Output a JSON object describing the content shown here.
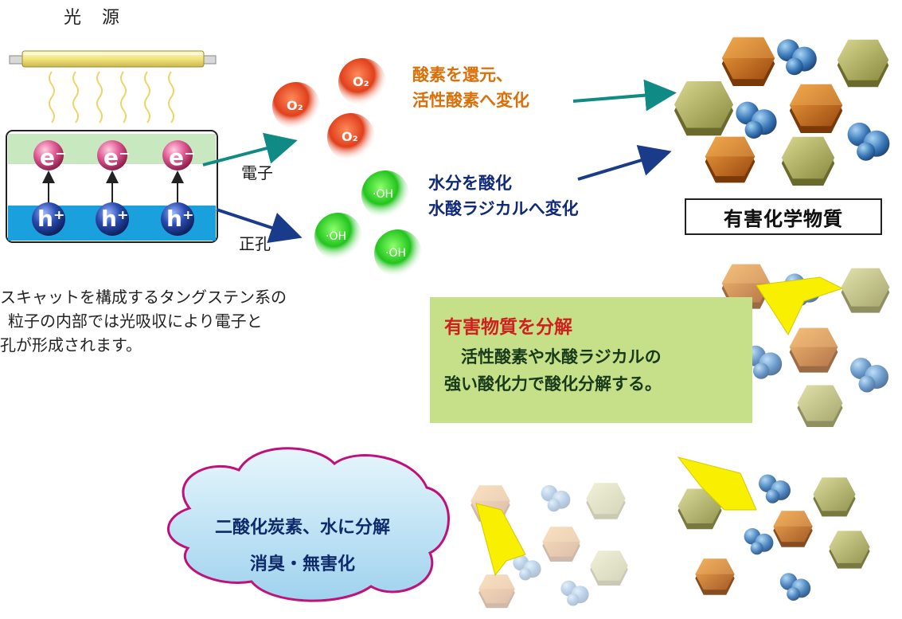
{
  "light_source": {
    "label": "光　源"
  },
  "carriers": {
    "electron": "e⁻",
    "hole": "h⁺",
    "electron_label": "電子",
    "hole_label": "正孔"
  },
  "molecules": {
    "oxygen": "O₂",
    "hydroxyl": "·OH"
  },
  "reactions": {
    "oxygen_line1": "酸素を還元、",
    "oxygen_line2": "活性酸素へ変化",
    "water_line1": "水分を酸化",
    "water_line2": "水酸ラジカルへ変化"
  },
  "harmful_label": "有害化学物質",
  "description": {
    "line1": "スキャットを構成するタングステン系の",
    "line2": "粒子の内部では光吸収により電子と",
    "line3": "孔が形成されます。"
  },
  "decompose": {
    "title": "有害物質を分解",
    "line1": "　活性酸素や水酸ラジカルの",
    "line2": "強い酸化力で酸化分解する。"
  },
  "result": {
    "line1": "二酸化炭素、水に分解",
    "line2": "消臭・無害化"
  },
  "colors": {
    "orange_text": "#d9700a",
    "blue_text": "#102a78",
    "red_title": "#d0201e",
    "green_box": "#c6e08a",
    "electron_pink": "#c8306a",
    "hole_blue": "#1c3c8c",
    "teal_arrow": "#0f8a84",
    "navy_arrow": "#1a3a8a"
  }
}
